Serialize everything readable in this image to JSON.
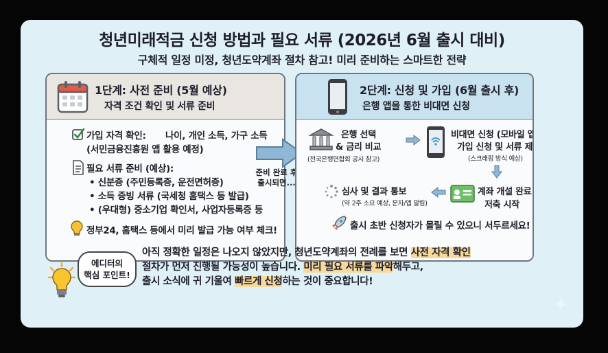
{
  "title": "청년미래적금 신청 방법과 필요 서류 (2026년 6월 출시 대비)",
  "subtitle": "구체적 일정 미정, 청년도약계좌 절차 참고! 미리 준비하는 스마트한 전략",
  "step1": {
    "title": "1단계: 사전 준비 (5월 예상)",
    "subtitle": "자격 조건 확인 및 서류 준비",
    "eligibility_label": "가입 자격 확인:",
    "eligibility_text": "나이, 개인 소득, 가구 소득",
    "eligibility_note": "(서민금융진흥원 앱 활용 예정)",
    "docs_label": "필요 서류 준비 (예상):",
    "docs": [
      "• 신분증 (주민등록증, 운전면허증)",
      "• 소득 증빙 서류 (국세청 홈택스 등 발급)",
      "• (우대형) 중소기업 확인서, 사업자등록증 등"
    ],
    "tip": "정부24, 홈택스 등에서 미리 발급 가능 여부 체크!"
  },
  "transition": {
    "label_line1": "준비 완료 후",
    "label_line2": "출시되면..."
  },
  "step2": {
    "title": "2단계: 신청 및 가입 (6월 출시 후)",
    "subtitle": "은행 앱을 통한 비대면 신청",
    "bank_select_line1": "은행 선택",
    "bank_select_line2": "& 금리 비교",
    "bank_select_note": "(전국은행연합회 공시 참고)",
    "mobile_title": "비대면 신청 (모바일 앱):",
    "mobile_text": "가입 신청 및 서류 제출",
    "mobile_note": "(스크래핑 방식 예상)",
    "review_title": "심사 및 결과 통보",
    "review_note": "(약 2주 소요 예상, 문자/앱 알림)",
    "account_title": "계좌 개설 완료!",
    "account_text": "저축 시작",
    "tip": "출시 초반 신청자가 몰릴 수 있으니 서두르세요!"
  },
  "editor": {
    "badge_line1": "에디터의",
    "badge_line2": "핵심 포인트!",
    "line1_a": "아직 정확한 일정은 나오지 않았지만, 청년도약계좌의 전례를 보면 ",
    "line1_hl": "사전 자격 확인",
    "line2_a": "절차가 먼저 진행될 가능성이 높습니다. ",
    "line2_hl": "미리 필요 서류를 파악",
    "line2_b": "해두고,",
    "line3_a": "출시 소식에 귀 기울여 ",
    "line3_hl": "빠르게 신청",
    "line3_b": "하는 것이 중요합니다!"
  }
}
